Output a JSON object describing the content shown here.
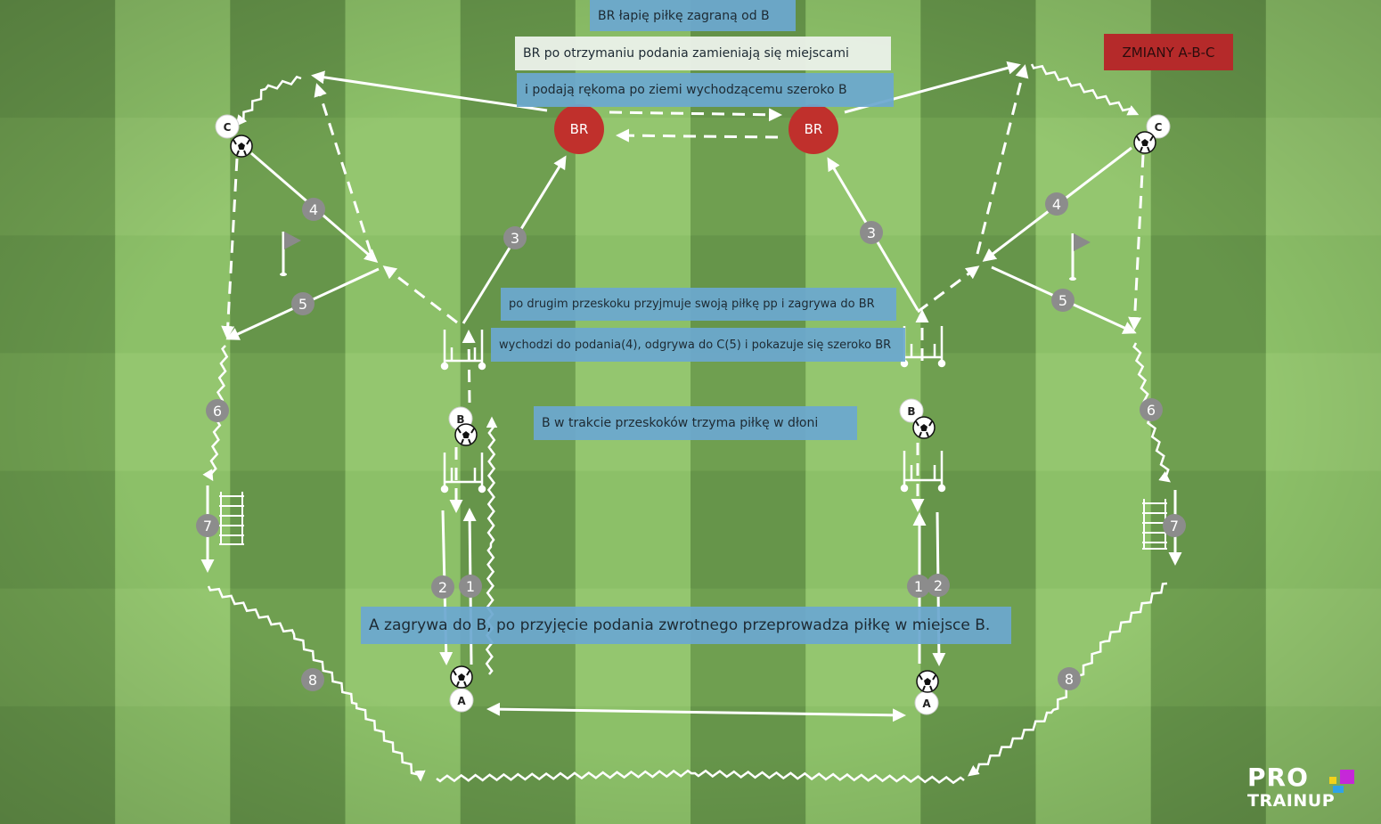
{
  "notes": {
    "top1": "BR łapię piłkę zagraną od B",
    "top2": "BR po otrzymaniu podania zamieniają się miejscami",
    "top3": "i podają rękoma po ziemi wychodzącemu  szeroko B",
    "mid1": "po drugim przeskoku przyjmuje swoją piłkę pp i zagrywa do BR",
    "mid2": "wychodzi do podania(4), odgrywa do C(5) i pokazuje się szeroko BR",
    "mid3": "B w trakcie przeskoków trzyma piłkę w dłoni",
    "bottom": "A zagrywa do B, po przyjęcie podania zwrotnego przeprowadza piłkę w miejsce B."
  },
  "badge": "ZMIANY A-B-C",
  "players": {
    "br_left": "BR",
    "br_right": "BR",
    "c_left": "C",
    "c_right": "C",
    "b_left": "B",
    "b_right": "B",
    "a_left": "A",
    "a_right": "A"
  },
  "steps": {
    "s1": "1",
    "s2": "2",
    "s3": "3",
    "s4": "4",
    "s5": "5",
    "s6": "6",
    "s7": "7",
    "s8": "8"
  },
  "logo": {
    "line1": "PRO",
    "line2": "TRAINUP"
  },
  "colors": {
    "grass_dark": "#6f9f50",
    "grass_light": "#8cc068",
    "br_red": "#c0302c",
    "step_grey": "#8c8c8c",
    "note_blue": "#6ca8d0",
    "badge_red": "#b52a2a"
  }
}
